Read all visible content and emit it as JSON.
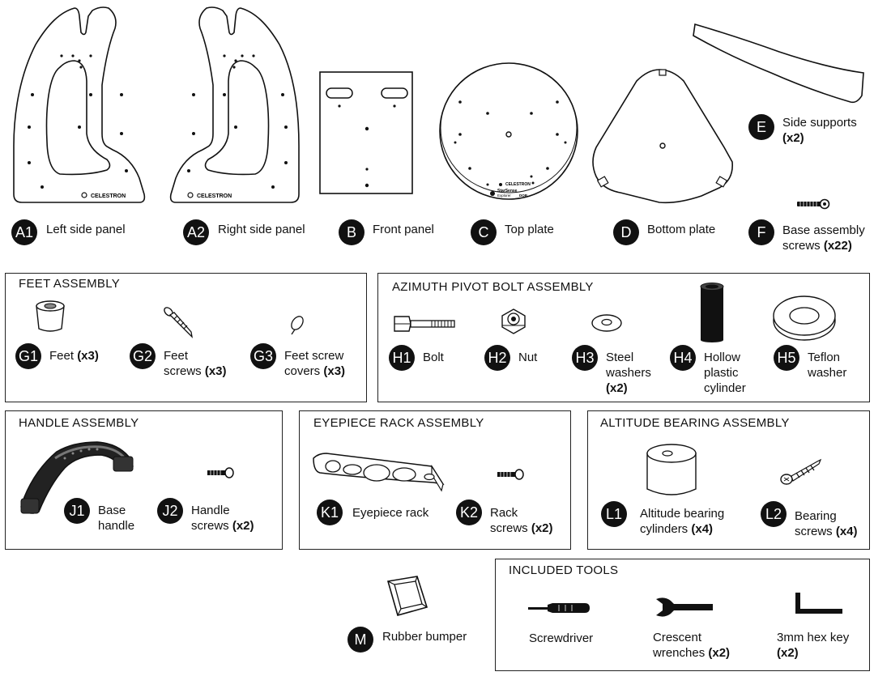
{
  "parts": {
    "A1": {
      "code": "A1",
      "name": "Left side panel",
      "brand": "CELESTRON"
    },
    "A2": {
      "code": "A2",
      "name": "Right side panel",
      "brand": "CELESTRON"
    },
    "B": {
      "code": "B",
      "name": "Front panel"
    },
    "C": {
      "code": "C",
      "name": "Top plate",
      "brand": "CELESTRON",
      "product": "StarSense",
      "model_line": "Explorer",
      "model": "DOB"
    },
    "D": {
      "code": "D",
      "name": "Bottom plate"
    },
    "E": {
      "code": "E",
      "name": "Side supports",
      "qty": "(x2)"
    },
    "F": {
      "code": "F",
      "name_line1": "Base assembly",
      "name_line2": "screws",
      "qty": "(x22)"
    }
  },
  "feet_assembly": {
    "title": "FEET ASSEMBLY",
    "G1": {
      "code": "G1",
      "name": "Feet",
      "qty": "(x3)"
    },
    "G2": {
      "code": "G2",
      "name_line1": "Feet",
      "name_line2": "screws",
      "qty": "(x3)"
    },
    "G3": {
      "code": "G3",
      "name_line1": "Feet screw",
      "name_line2": "covers",
      "qty": "(x3)"
    }
  },
  "azimuth_assembly": {
    "title": "AZIMUTH PIVOT BOLT ASSEMBLY",
    "H1": {
      "code": "H1",
      "name": "Bolt"
    },
    "H2": {
      "code": "H2",
      "name": "Nut"
    },
    "H3": {
      "code": "H3",
      "name_line1": "Steel",
      "name_line2": "washers",
      "qty": "(x2)"
    },
    "H4": {
      "code": "H4",
      "name_line1": "Hollow",
      "name_line2": "plastic",
      "name_line3": "cylinder"
    },
    "H5": {
      "code": "H5",
      "name_line1": "Teflon",
      "name_line2": "washer"
    }
  },
  "handle_assembly": {
    "title": "HANDLE ASSEMBLY",
    "J1": {
      "code": "J1",
      "name_line1": "Base",
      "name_line2": "handle"
    },
    "J2": {
      "code": "J2",
      "name_line1": "Handle",
      "name_line2": "screws",
      "qty": "(x2)"
    }
  },
  "eyepiece_assembly": {
    "title": "EYEPIECE RACK ASSEMBLY",
    "K1": {
      "code": "K1",
      "name": "Eyepiece rack"
    },
    "K2": {
      "code": "K2",
      "name_line1": "Rack",
      "name_line2": "screws",
      "qty": "(x2)"
    }
  },
  "altitude_assembly": {
    "title": "ALTITUDE BEARING ASSEMBLY",
    "L1": {
      "code": "L1",
      "name_line1": "Altitude bearing",
      "name_line2": "cylinders",
      "qty": "(x4)"
    },
    "L2": {
      "code": "L2",
      "name_line1": "Bearing",
      "name_line2": "screws",
      "qty": "(x4)"
    }
  },
  "M": {
    "code": "M",
    "name": "Rubber bumper"
  },
  "included_tools": {
    "title": "INCLUDED TOOLS",
    "screwdriver": {
      "name": "Screwdriver"
    },
    "wrench": {
      "name_line1": "Crescent",
      "name_line2": "wrenches",
      "qty": "(x2)"
    },
    "hexkey": {
      "name_line1": "3mm hex key",
      "qty": "(x2)"
    }
  }
}
